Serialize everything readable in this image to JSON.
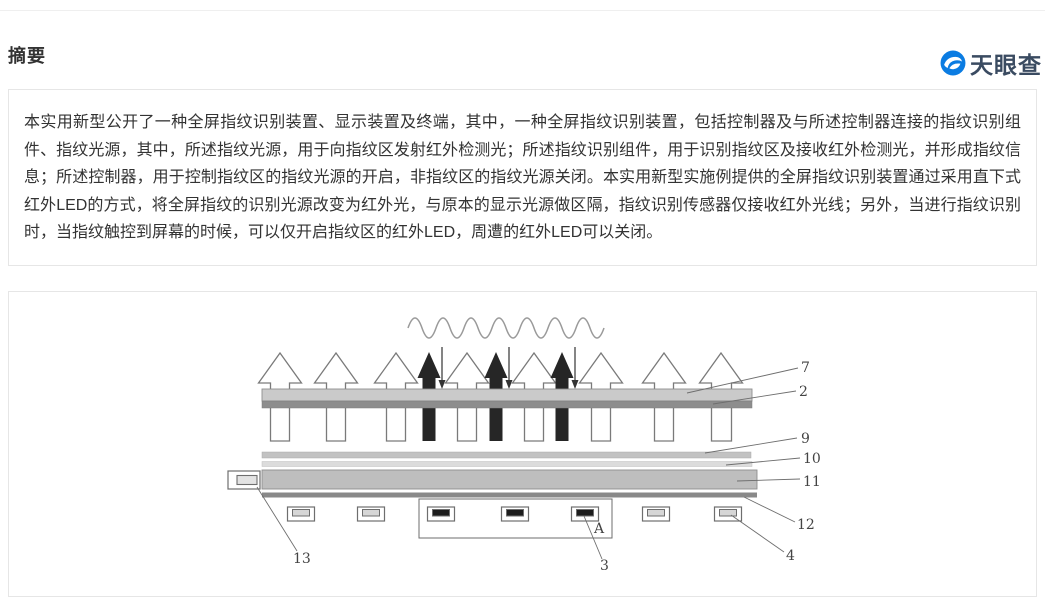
{
  "header": {
    "section_title": "摘要",
    "logo": {
      "text": "天眼查",
      "icon": "tianyancha-eye-icon",
      "brand_blue": "#0b7ce2",
      "text_color": "#3a4b61"
    }
  },
  "abstract": {
    "text": "本实用新型公开了一种全屏指纹识别装置、显示装置及终端，其中，一种全屏指纹识别装置，包括控制器及与所述控制器连接的指纹识别组件、指纹光源，其中，所述指纹光源，用于向指纹区发射红外检测光；所述指纹识别组件，用于识别指纹区及接收红外检测光，并形成指纹信息；所述控制器，用于控制指纹区的指纹光源的开启，非指纹区的指纹光源关闭。本实用新型实施例提供的全屏指纹识别装置通过采用直下式红外LED的方式，将全屏指纹的识别光源改变为红外光，与原本的显示光源做区隔，指纹识别传感器仅接收红外光线；另外，当进行指纹识别时，当指纹触控到屏幕的时候，可以仅开启指纹区的红外LED，周遭的红外LED可以关闭。"
  },
  "figure": {
    "description": "patent-cross-section-figure",
    "labels": {
      "l7": "7",
      "l2": "2",
      "l9": "9",
      "l10": "10",
      "l11": "11",
      "l12": "12",
      "l13": "13",
      "l3": "3",
      "l4": "4",
      "lA": "A"
    }
  }
}
